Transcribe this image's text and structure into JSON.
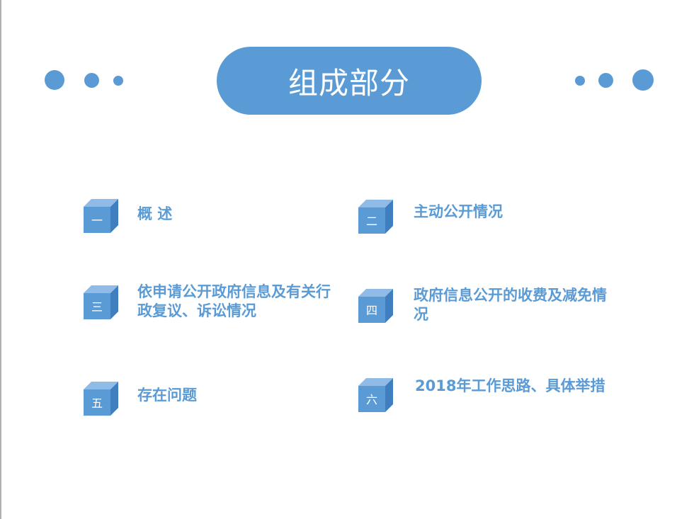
{
  "title": "组成部分",
  "colors": {
    "accent": "#5b9bd5",
    "cube_front": "#5b9bd5",
    "cube_top": "#8fbbe6",
    "cube_side": "#3f7fbf"
  },
  "items": [
    {
      "num": "一",
      "label": "概 述"
    },
    {
      "num": "二",
      "label": "主动公开情况"
    },
    {
      "num": "三",
      "label": "依申请公开政府信息及有关行政复议、诉讼情况"
    },
    {
      "num": "四",
      "label": "政府信息公开的收费及减免情况"
    },
    {
      "num": "五",
      "label": "存在问题"
    },
    {
      "num": "六",
      "label": "2018年工作思路、具体举措"
    }
  ]
}
